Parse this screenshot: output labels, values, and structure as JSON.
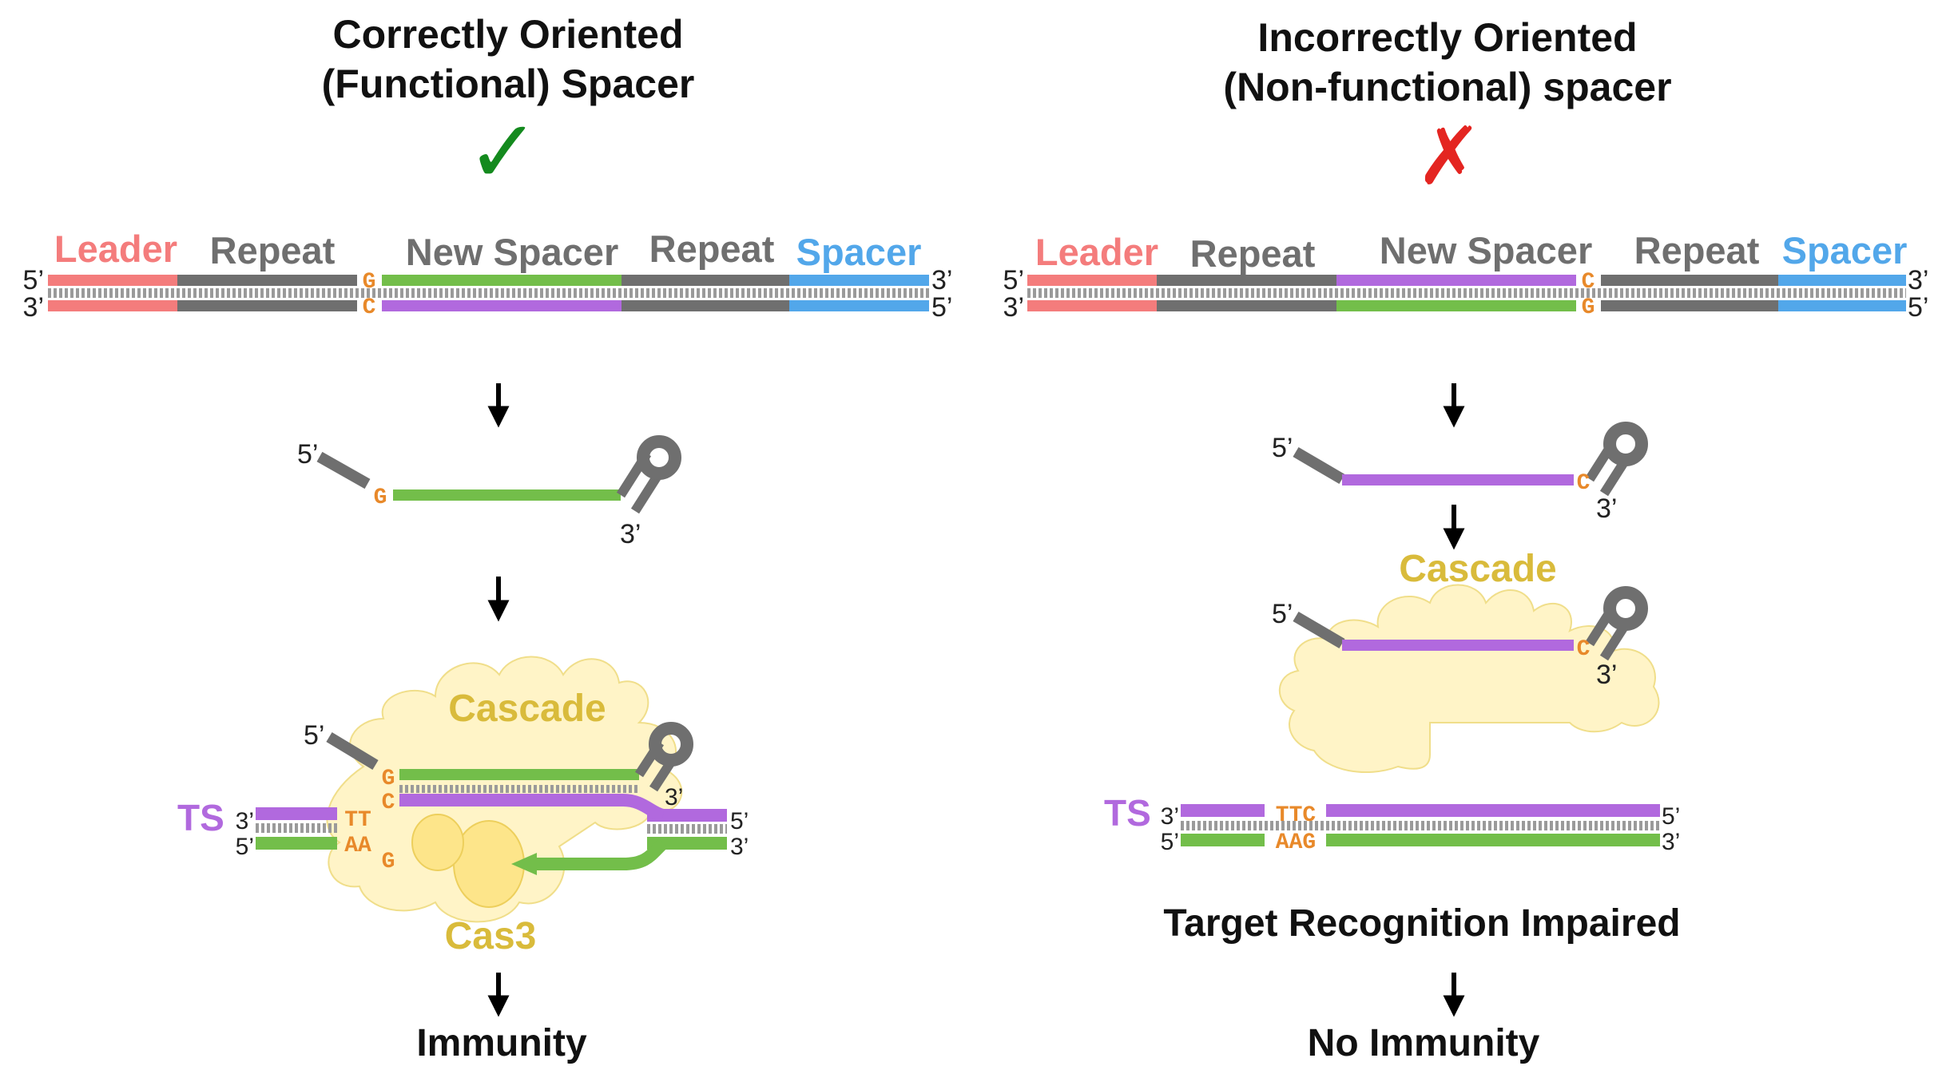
{
  "colors": {
    "leader": "#F47C7C",
    "repeat": "#6F6F6F",
    "spacer": "#52A7EA",
    "green": "#73BE4A",
    "purple": "#B169DE",
    "orange": "#E8892A",
    "cascade": "#D9BB3B",
    "check": "#148A1E",
    "cross": "#E42521"
  },
  "left": {
    "title_line1": "Correctly Oriented",
    "title_line2": "(Functional) Spacer",
    "mark": "✓",
    "labels": {
      "leader": "Leader",
      "repeat1": "Repeat",
      "new_spacer": "New Spacer",
      "repeat2": "Repeat",
      "spacer": "Spacer"
    },
    "locus_ends": {
      "top_left": "5’",
      "bottom_left": "3’",
      "top_right": "3’",
      "bottom_right": "5’"
    },
    "locus_bases": {
      "top": "G",
      "bottom": "C"
    },
    "crrna": {
      "five": "5’",
      "three": "3’",
      "base": "G"
    },
    "complex": {
      "cascade_label": "Cascade",
      "cas3_label": "Cas3",
      "five": "5’",
      "crrna_bases": [
        "G",
        "C"
      ],
      "three_hairpin": "3’",
      "ts_label": "TS",
      "ts_left_top": "3’",
      "ts_left_bottom": "5’",
      "ts_right_top": "5’",
      "ts_right_bottom": "3’",
      "pam_top": "TT",
      "pam_bottom": "AA",
      "pam_extra": "G"
    },
    "outcome": "Immunity"
  },
  "right": {
    "title_line1": "Incorrectly Oriented",
    "title_line2": "(Non-functional) spacer",
    "mark": "✗",
    "labels": {
      "leader": "Leader",
      "repeat1": "Repeat",
      "new_spacer": "New Spacer",
      "repeat2": "Repeat",
      "spacer": "Spacer"
    },
    "locus_ends": {
      "top_left": "5’",
      "bottom_left": "3’",
      "top_right": "3’",
      "bottom_right": "5’"
    },
    "locus_bases": {
      "top": "C",
      "bottom": "G"
    },
    "crrna": {
      "five": "5’",
      "three": "3’",
      "base": "C"
    },
    "cascade": {
      "label": "Cascade",
      "five": "5’",
      "three": "3’",
      "base": "C"
    },
    "target": {
      "ts_label": "TS",
      "left_top": "3’",
      "left_bottom": "5’",
      "right_top": "5’",
      "right_bottom": "3’",
      "pam_top": "TTC",
      "pam_bottom": "AAG"
    },
    "impaired": "Target Recognition Impaired",
    "outcome": "No Immunity"
  }
}
